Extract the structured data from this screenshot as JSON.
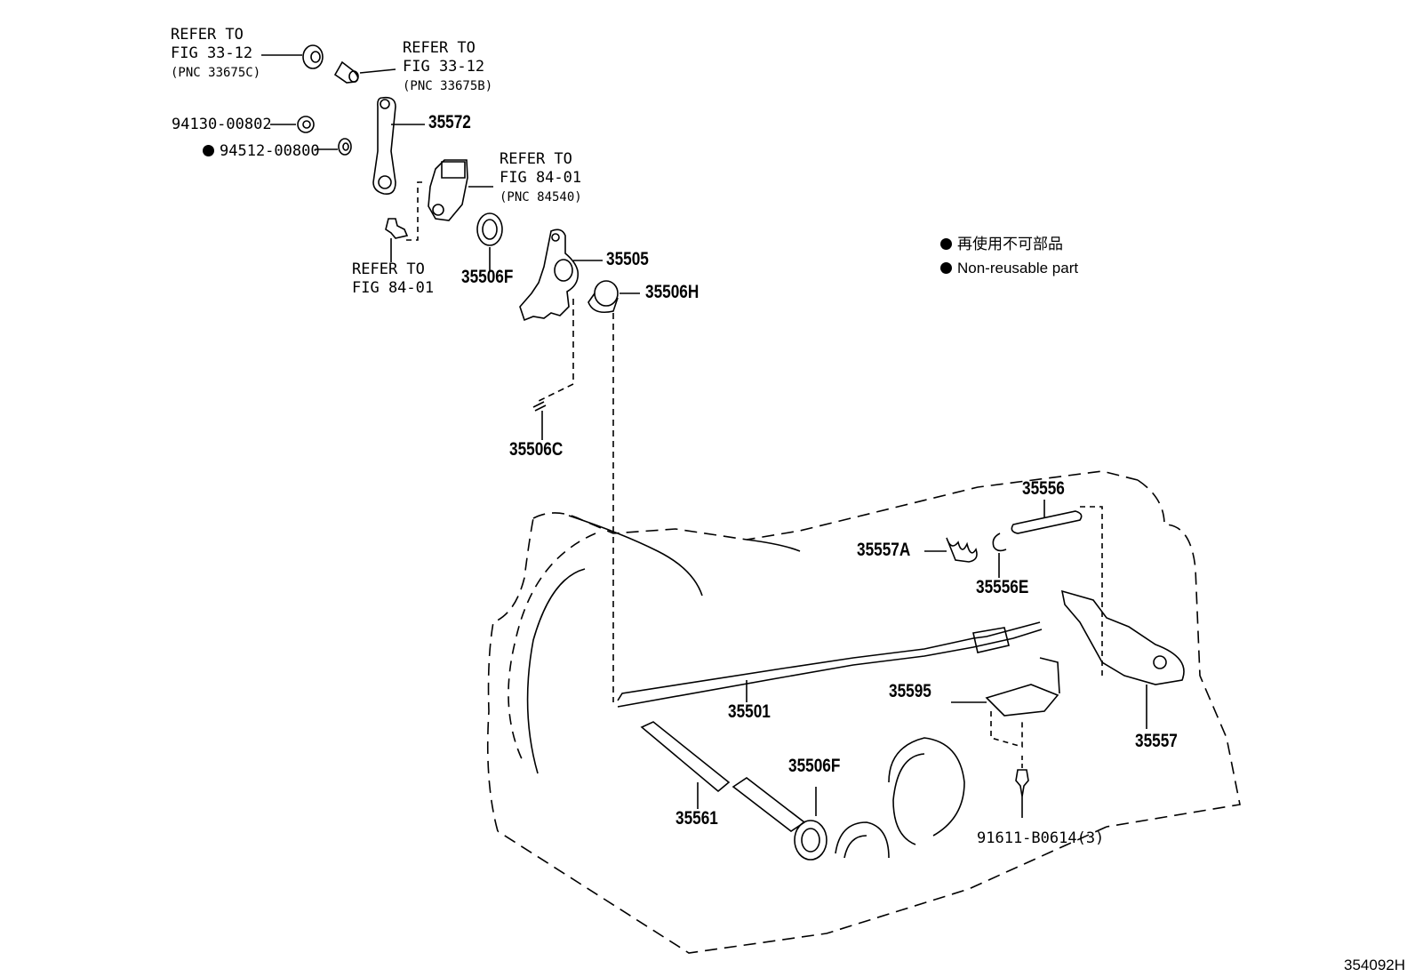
{
  "refs": {
    "fig33_12_c": {
      "line1": "REFER TO",
      "line2": "FIG 33-12",
      "line3": "(PNC 33675C)"
    },
    "fig33_12_b": {
      "line1": "REFER TO",
      "line2": "FIG 33-12",
      "line3": "(PNC 33675B)"
    },
    "fig84_01_pnc": {
      "line1": "REFER TO",
      "line2": "FIG 84-01",
      "line3": "(PNC 84540)"
    },
    "fig84_01": {
      "line1": "REFER TO",
      "line2": "FIG 84-01"
    }
  },
  "parts": {
    "p94130": "94130-00802",
    "p94512": "94512-00800",
    "p35572": "35572",
    "p35506F_top": "35506F",
    "p35505": "35505",
    "p35506H": "35506H",
    "p35506C": "35506C",
    "p35556": "35556",
    "p35557A": "35557A",
    "p35556E": "35556E",
    "p35501": "35501",
    "p35595": "35595",
    "p35557": "35557",
    "p35561": "35561",
    "p35506F_bottom": "35506F",
    "p91611": "91611-B0614(3)"
  },
  "legend": {
    "jp": "再使用不可部品",
    "en": "Non-reusable part"
  },
  "figure_id": "354092H"
}
